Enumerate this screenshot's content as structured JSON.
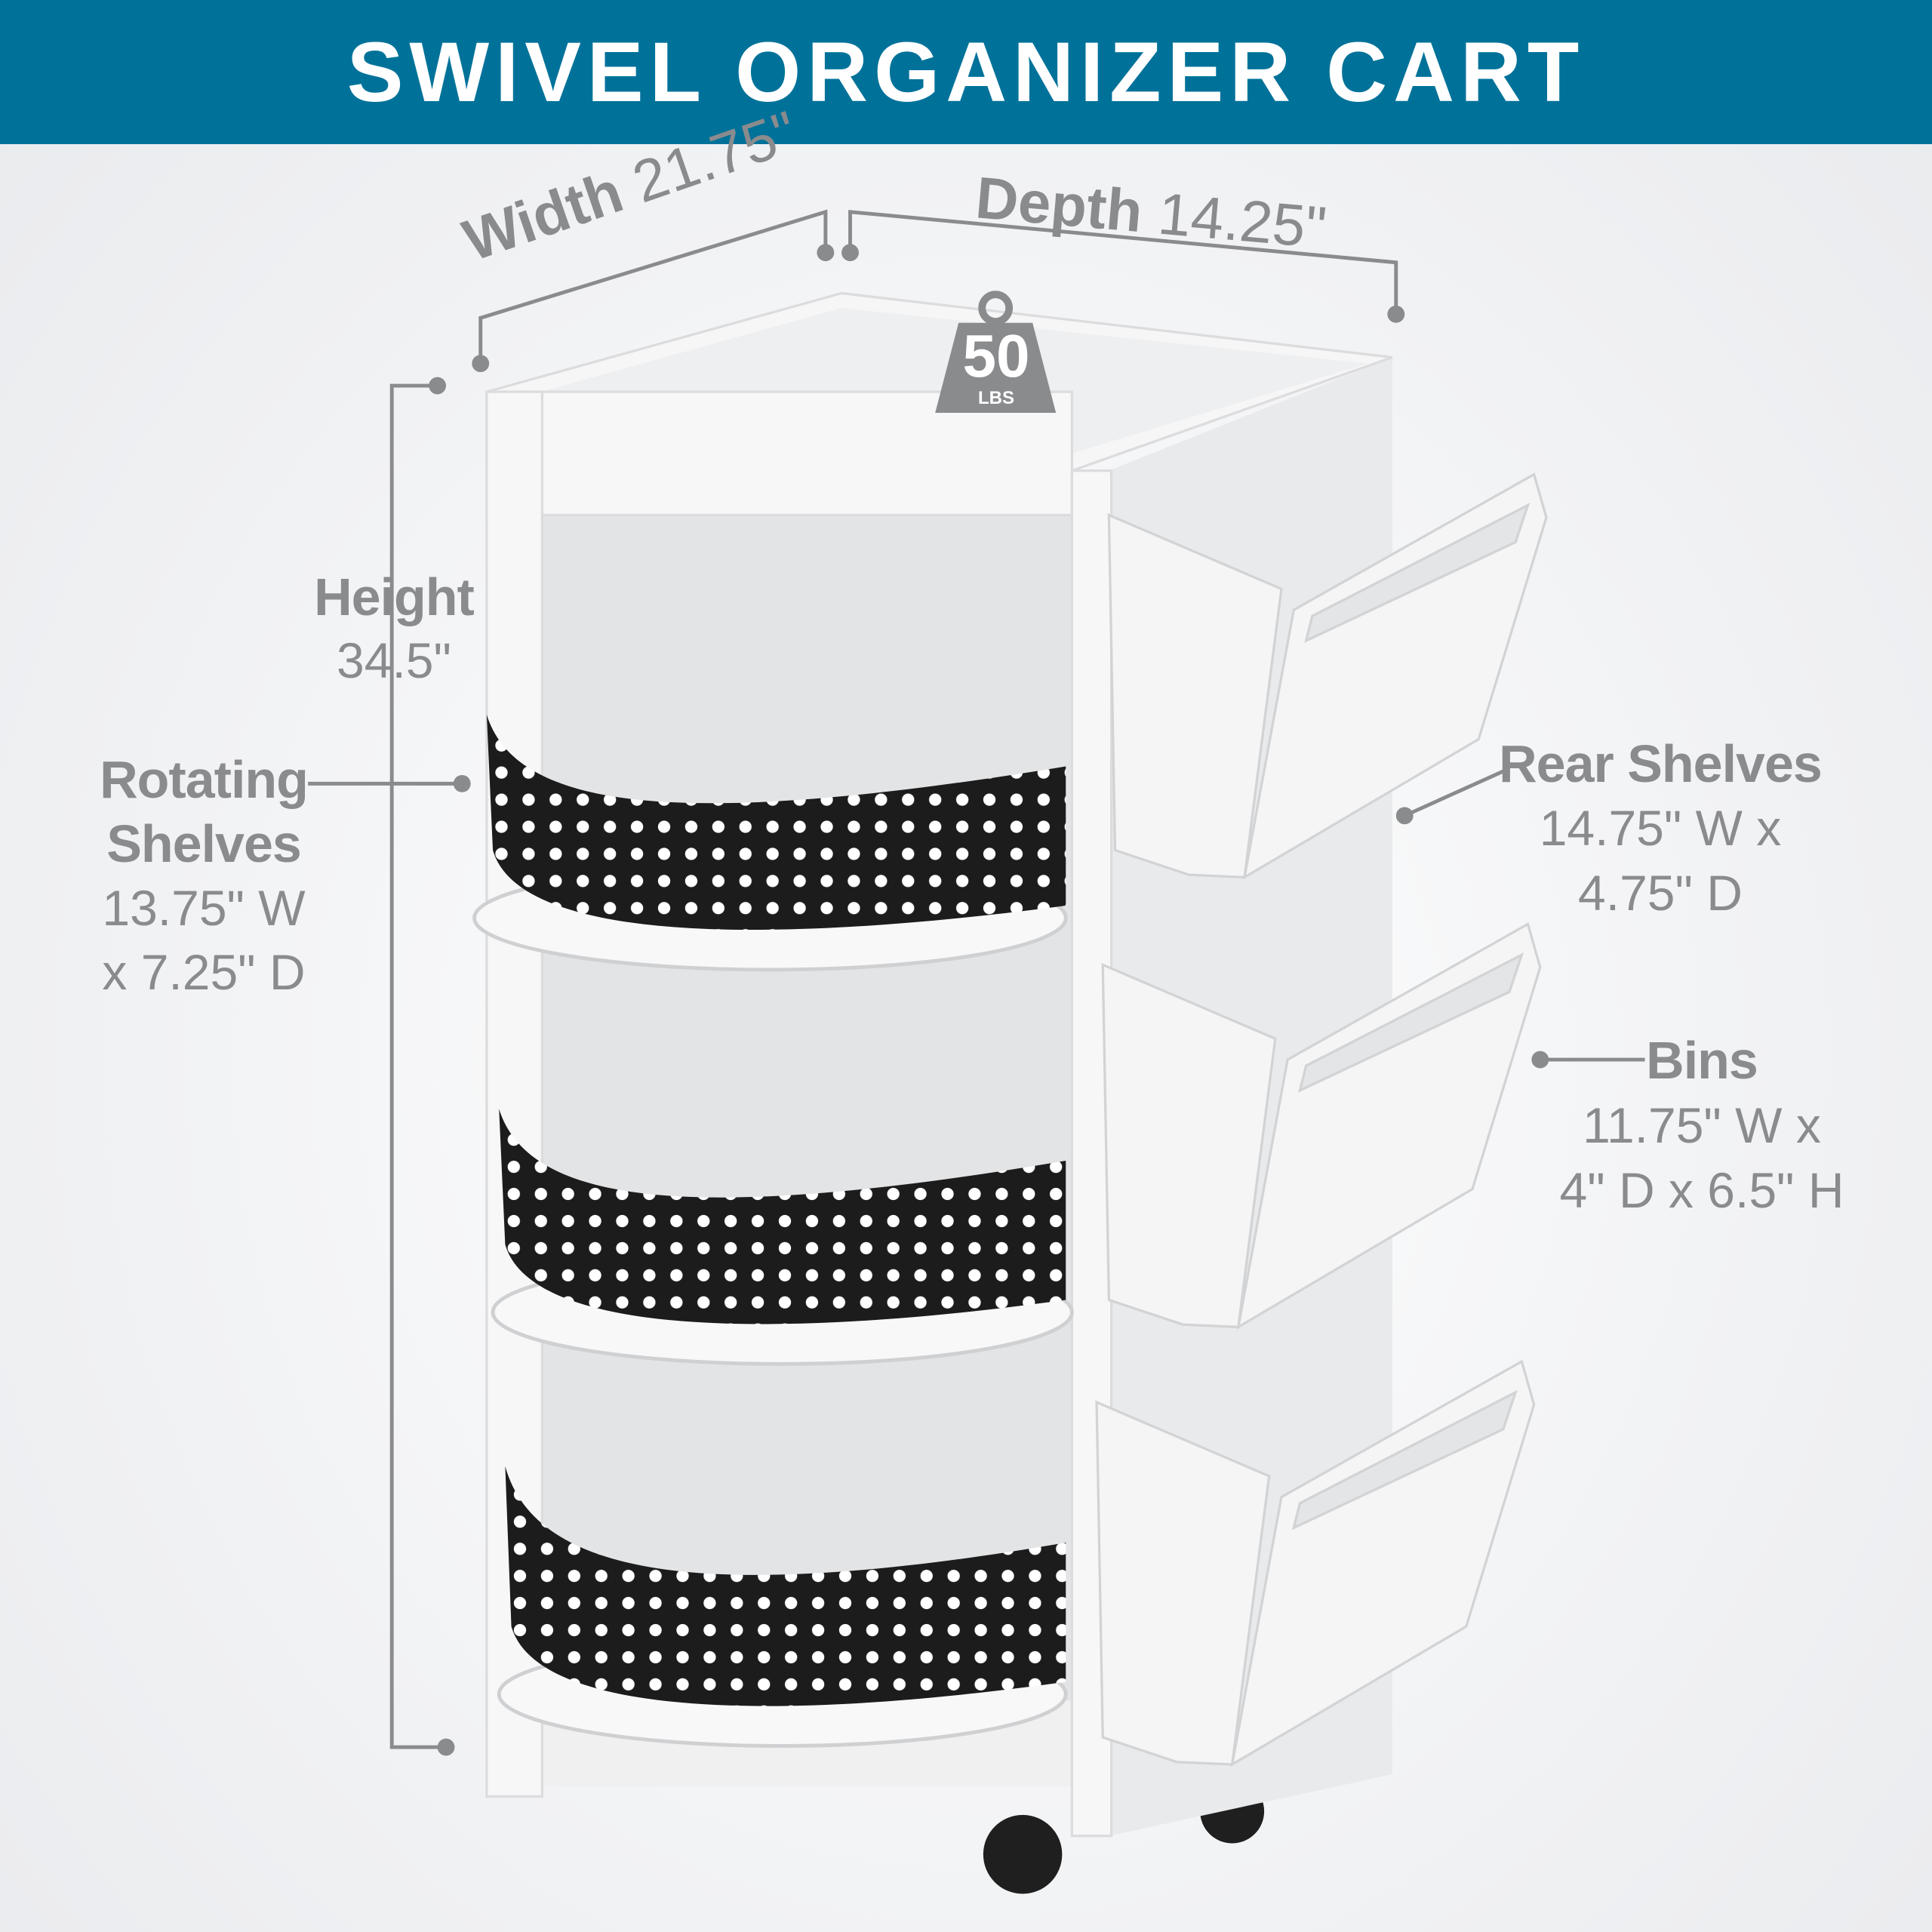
{
  "header": {
    "title": "SWIVEL ORGANIZER CART",
    "background": "#00729a"
  },
  "dimensions": {
    "width": {
      "label": "Width",
      "value": "21.75\""
    },
    "depth": {
      "label": "Depth",
      "value": "14.25\""
    },
    "height": {
      "label": "Height",
      "value": "34.5\""
    }
  },
  "weight_badge": {
    "value": "50",
    "unit": "LBS",
    "icon": "weight-icon"
  },
  "callouts": {
    "rotating_shelves": {
      "title_line1": "Rotating",
      "title_line2": "Shelves",
      "dims_line1": "13.75\" W",
      "dims_line2": "x 7.25\" D"
    },
    "rear_shelves": {
      "title": "Rear Shelves",
      "dims_line1": "14.75\" W x",
      "dims_line2": "4.75\" D"
    },
    "bins": {
      "title": "Bins",
      "dims_line1": "11.75\" W x",
      "dims_line2": "4\" D x 6.5\" H"
    }
  },
  "colors": {
    "text": "#8a8b8d",
    "band": "#1c1c1c",
    "cart": "#f4f5f6"
  }
}
